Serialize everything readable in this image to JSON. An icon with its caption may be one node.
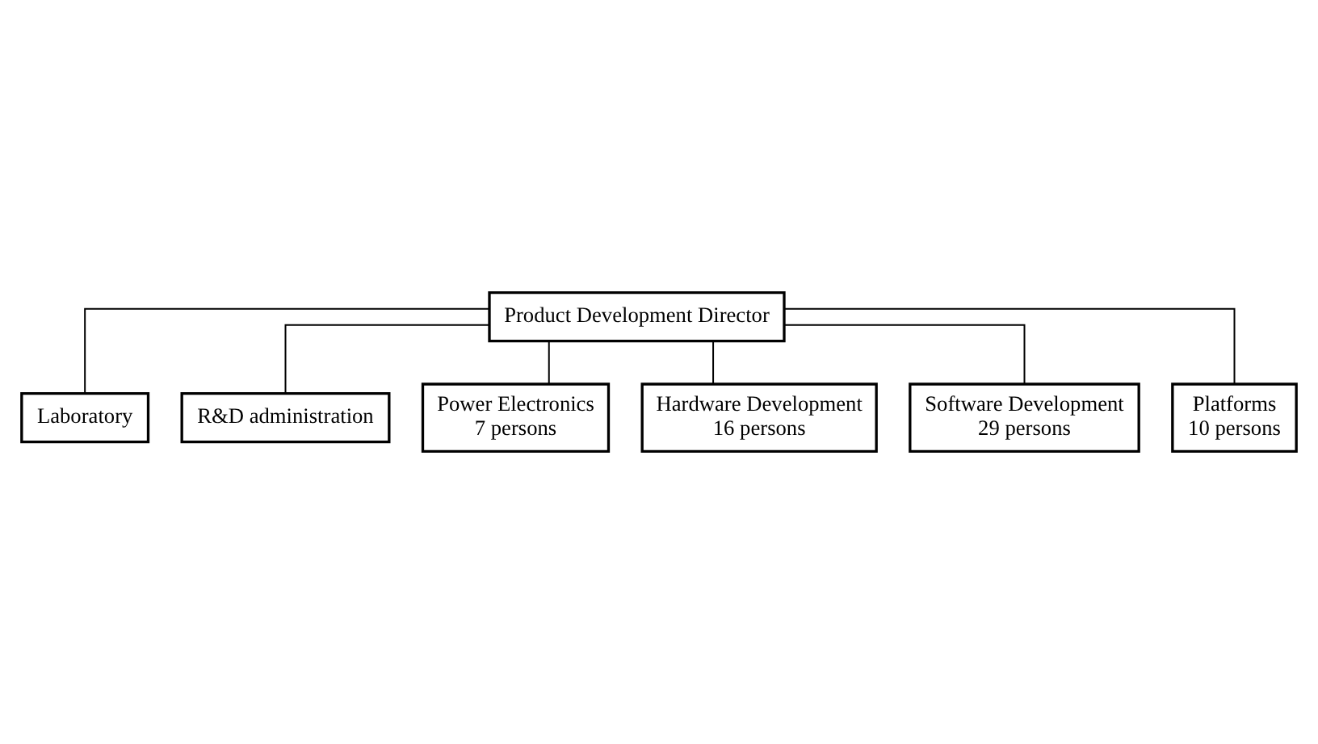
{
  "diagram": {
    "nodes": [
      {
        "text": [
          "Product Development Director"
        ]
      },
      {
        "text": [
          "Laboratory"
        ]
      },
      {
        "text": [
          "R&D administration"
        ]
      },
      {
        "text": [
          "Power Electronics",
          "7 persons"
        ]
      },
      {
        "text": [
          "Hardware Development",
          "16 persons"
        ]
      },
      {
        "text": [
          "Software Development",
          "29 persons"
        ]
      },
      {
        "text": [
          "Platforms",
          "10 persons"
        ]
      }
    ],
    "edges": [
      {
        "from": 0,
        "to": 1,
        "arrow": "none"
      },
      {
        "from": 0,
        "to": 2,
        "arrow": "none"
      },
      {
        "from": 0,
        "to": 3,
        "arrow": "none"
      },
      {
        "from": 0,
        "to": 4,
        "arrow": "none"
      },
      {
        "from": 0,
        "to": 5,
        "arrow": "none"
      },
      {
        "from": 0,
        "to": 6,
        "arrow": "none"
      }
    ]
  }
}
